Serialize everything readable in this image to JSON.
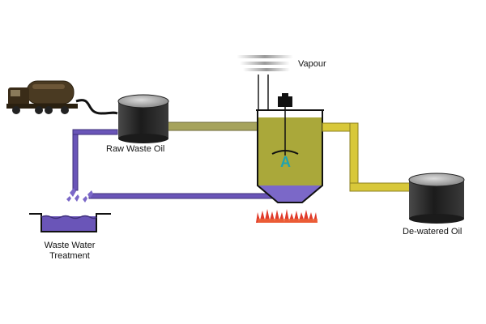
{
  "labels": {
    "vapour": "Vapour",
    "raw_waste_oil": "Raw Waste Oil",
    "waste_water_treatment": "Waste Water\nTreatment",
    "dewatered_oil": "De-watered Oil",
    "reactor_mark": "A"
  },
  "colors": {
    "oil_pipe": "#a6a35c",
    "yellow_pipe": "#d8c83a",
    "water_pipe": "#6a55b8",
    "reactor_oil": "#aaa83a",
    "reactor_water": "#7b68c8",
    "tank": "#2b2b2b",
    "flame": "#e03a2a",
    "mark": "#1fa3b0",
    "truck": "#4a3a22"
  }
}
